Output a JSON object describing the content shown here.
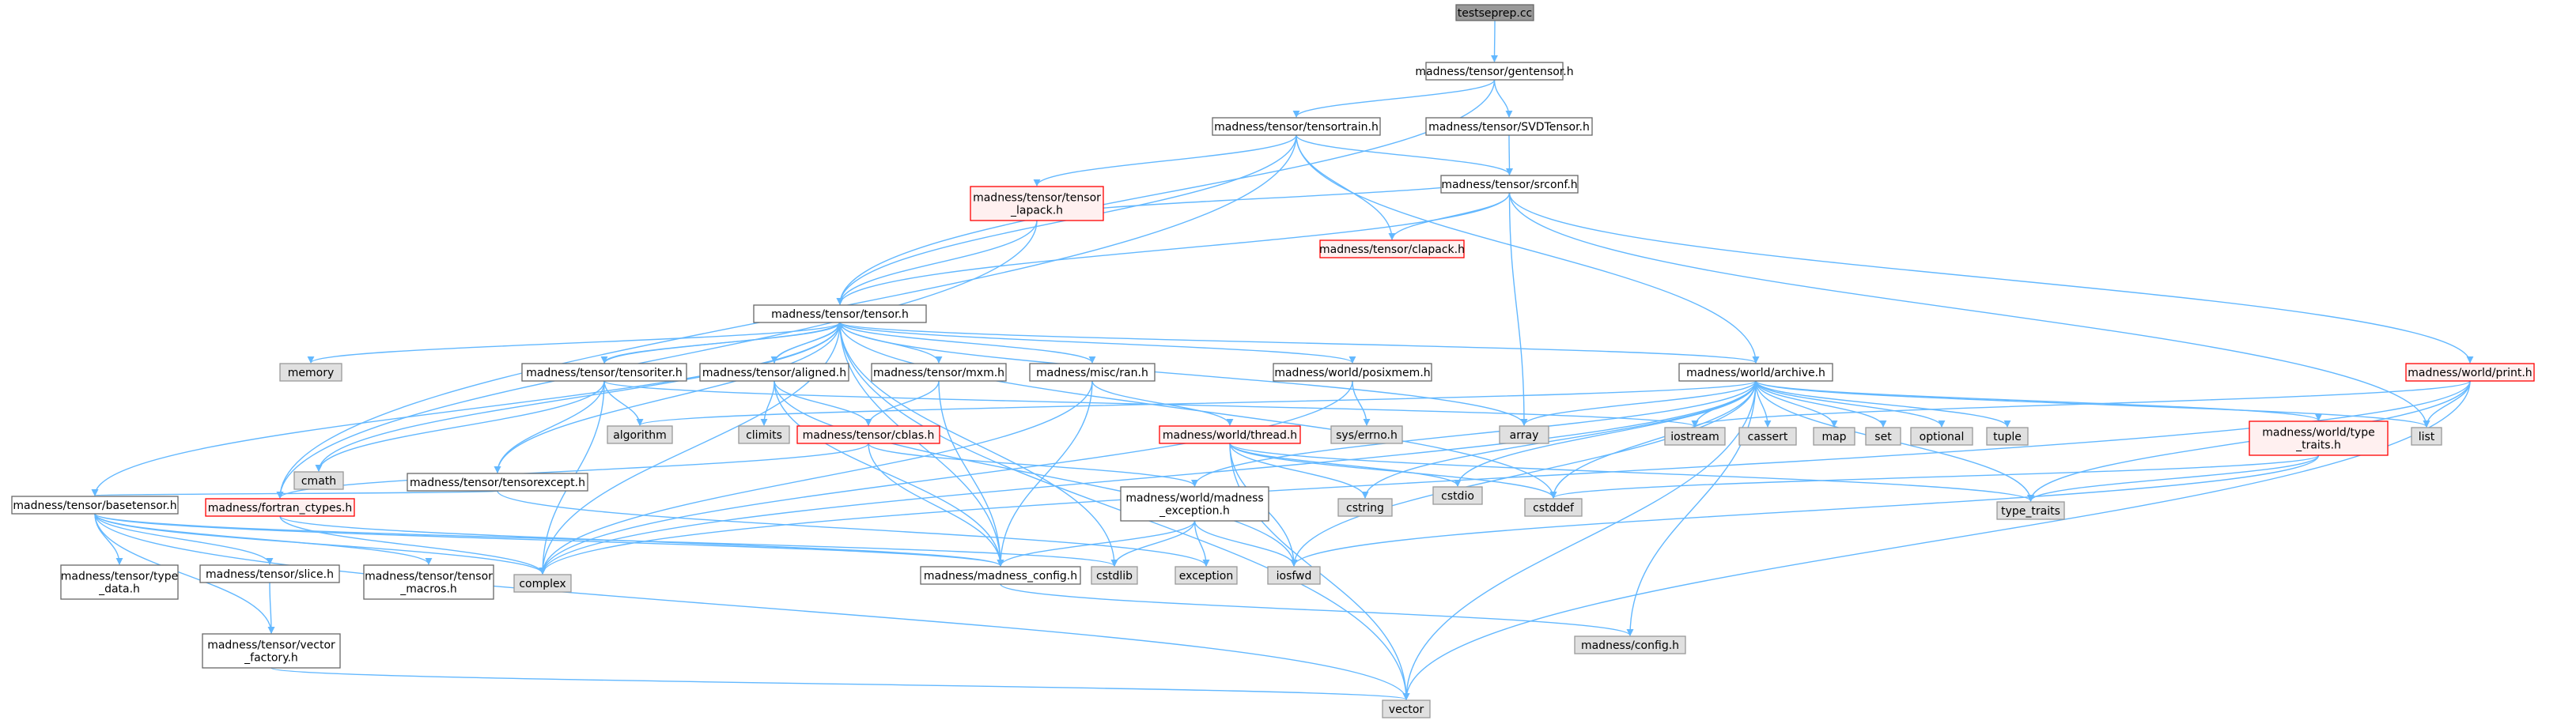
{
  "title": "",
  "colors": {
    "edge": "#63b8ff",
    "root_fill": "#999999",
    "root_border": "#666666",
    "normal_fill": "#ffffff",
    "normal_border": "#666666",
    "normal_text": "#000000",
    "system_fill": "#e0e0e0",
    "system_border": "#999999",
    "incomplete_fill": "#fff0f0",
    "incomplete_border": "#ff0000"
  },
  "nodes": [
    {
      "id": "root",
      "lines": [
        "testseprep.cc"
      ],
      "style": "root"
    },
    {
      "id": "gentensor",
      "lines": [
        "madness/tensor/gentensor.h"
      ],
      "style": "normal"
    },
    {
      "id": "tensortrain",
      "lines": [
        "madness/tensor/tensortrain.h"
      ],
      "style": "normal"
    },
    {
      "id": "svdtensor",
      "lines": [
        "madness/tensor/SVDTensor.h"
      ],
      "style": "normal"
    },
    {
      "id": "srconf",
      "lines": [
        "madness/tensor/srconf.h"
      ],
      "style": "normal"
    },
    {
      "id": "tensor_lapack",
      "lines": [
        "madness/tensor/tensor",
        "_lapack.h"
      ],
      "style": "incomplete"
    },
    {
      "id": "clapack",
      "lines": [
        "madness/tensor/clapack.h"
      ],
      "style": "incomplete"
    },
    {
      "id": "tensor",
      "lines": [
        "madness/tensor/tensor.h"
      ],
      "style": "normal"
    },
    {
      "id": "print",
      "lines": [
        "madness/world/print.h"
      ],
      "style": "incomplete"
    },
    {
      "id": "memory",
      "lines": [
        "memory"
      ],
      "style": "system"
    },
    {
      "id": "tensoriter",
      "lines": [
        "madness/tensor/tensoriter.h"
      ],
      "style": "normal"
    },
    {
      "id": "aligned",
      "lines": [
        "madness/tensor/aligned.h"
      ],
      "style": "normal"
    },
    {
      "id": "mxm",
      "lines": [
        "madness/tensor/mxm.h"
      ],
      "style": "normal"
    },
    {
      "id": "ran",
      "lines": [
        "madness/misc/ran.h"
      ],
      "style": "normal"
    },
    {
      "id": "posixmem",
      "lines": [
        "madness/world/posixmem.h"
      ],
      "style": "normal"
    },
    {
      "id": "archive",
      "lines": [
        "madness/world/archive.h"
      ],
      "style": "normal"
    },
    {
      "id": "cmath",
      "lines": [
        "cmath"
      ],
      "style": "system"
    },
    {
      "id": "algorithm",
      "lines": [
        "algorithm"
      ],
      "style": "system"
    },
    {
      "id": "climits",
      "lines": [
        "climits"
      ],
      "style": "system"
    },
    {
      "id": "tensorexcept",
      "lines": [
        "madness/tensor/tensorexcept.h"
      ],
      "style": "normal"
    },
    {
      "id": "cblas",
      "lines": [
        "madness/tensor/cblas.h"
      ],
      "style": "incomplete"
    },
    {
      "id": "thread",
      "lines": [
        "madness/world/thread.h"
      ],
      "style": "incomplete"
    },
    {
      "id": "sys_errno",
      "lines": [
        "sys/errno.h"
      ],
      "style": "system"
    },
    {
      "id": "array",
      "lines": [
        "array"
      ],
      "style": "system"
    },
    {
      "id": "iostream",
      "lines": [
        "iostream"
      ],
      "style": "system"
    },
    {
      "id": "cassert",
      "lines": [
        "cassert"
      ],
      "style": "system"
    },
    {
      "id": "map",
      "lines": [
        "map"
      ],
      "style": "system"
    },
    {
      "id": "set",
      "lines": [
        "set"
      ],
      "style": "system"
    },
    {
      "id": "optional",
      "lines": [
        "optional"
      ],
      "style": "system"
    },
    {
      "id": "tuple",
      "lines": [
        "tuple"
      ],
      "style": "system"
    },
    {
      "id": "type_traits_h",
      "lines": [
        "madness/world/type",
        "_traits.h"
      ],
      "style": "incomplete"
    },
    {
      "id": "list",
      "lines": [
        "list"
      ],
      "style": "system"
    },
    {
      "id": "basetensor",
      "lines": [
        "madness/tensor/basetensor.h"
      ],
      "style": "normal"
    },
    {
      "id": "fortran",
      "lines": [
        "madness/fortran_ctypes.h"
      ],
      "style": "incomplete"
    },
    {
      "id": "mad_exception",
      "lines": [
        "madness/world/madness",
        "_exception.h"
      ],
      "style": "normal"
    },
    {
      "id": "cstring",
      "lines": [
        "cstring"
      ],
      "style": "system"
    },
    {
      "id": "cstdio",
      "lines": [
        "cstdio"
      ],
      "style": "system"
    },
    {
      "id": "cstddef",
      "lines": [
        "cstddef"
      ],
      "style": "system"
    },
    {
      "id": "type_traits",
      "lines": [
        "type_traits"
      ],
      "style": "system"
    },
    {
      "id": "type_data",
      "lines": [
        "madness/tensor/type",
        "_data.h"
      ],
      "style": "normal"
    },
    {
      "id": "slice",
      "lines": [
        "madness/tensor/slice.h"
      ],
      "style": "normal"
    },
    {
      "id": "tensor_macros",
      "lines": [
        "madness/tensor/tensor",
        "_macros.h"
      ],
      "style": "normal"
    },
    {
      "id": "complex",
      "lines": [
        "complex"
      ],
      "style": "system"
    },
    {
      "id": "mad_config",
      "lines": [
        "madness/madness_config.h"
      ],
      "style": "normal"
    },
    {
      "id": "cstdlib",
      "lines": [
        "cstdlib"
      ],
      "style": "system"
    },
    {
      "id": "exception",
      "lines": [
        "exception"
      ],
      "style": "system"
    },
    {
      "id": "iosfwd",
      "lines": [
        "iosfwd"
      ],
      "style": "system"
    },
    {
      "id": "vector_factory",
      "lines": [
        "madness/tensor/vector",
        "_factory.h"
      ],
      "style": "normal"
    },
    {
      "id": "config",
      "lines": [
        "madness/config.h"
      ],
      "style": "system"
    },
    {
      "id": "vector",
      "lines": [
        "vector"
      ],
      "style": "system"
    }
  ],
  "edges": [
    [
      "root",
      "gentensor"
    ],
    [
      "gentensor",
      "tensortrain"
    ],
    [
      "gentensor",
      "svdtensor"
    ],
    [
      "gentensor",
      "tensor"
    ],
    [
      "tensortrain",
      "srconf"
    ],
    [
      "tensortrain",
      "tensor_lapack"
    ],
    [
      "tensortrain",
      "clapack"
    ],
    [
      "tensortrain",
      "tensor"
    ],
    [
      "tensortrain",
      "archive"
    ],
    [
      "tensortrain",
      "fortran"
    ],
    [
      "svdtensor",
      "srconf"
    ],
    [
      "srconf",
      "tensor"
    ],
    [
      "srconf",
      "tensor_lapack"
    ],
    [
      "srconf",
      "clapack"
    ],
    [
      "srconf",
      "print"
    ],
    [
      "srconf",
      "array"
    ],
    [
      "srconf",
      "list"
    ],
    [
      "tensor_lapack",
      "tensor"
    ],
    [
      "tensor_lapack",
      "fortran"
    ],
    [
      "tensor",
      "memory"
    ],
    [
      "tensor",
      "tensoriter"
    ],
    [
      "tensor",
      "aligned"
    ],
    [
      "tensor",
      "mxm"
    ],
    [
      "tensor",
      "ran"
    ],
    [
      "tensor",
      "posixmem"
    ],
    [
      "tensor",
      "archive"
    ],
    [
      "tensor",
      "cmath"
    ],
    [
      "tensor",
      "tensorexcept"
    ],
    [
      "tensor",
      "basetensor"
    ],
    [
      "tensor",
      "mad_config"
    ],
    [
      "tensor",
      "array"
    ],
    [
      "tensor",
      "cstddef"
    ],
    [
      "tensor",
      "complex"
    ],
    [
      "tensor",
      "vector"
    ],
    [
      "tensor",
      "cstdlib"
    ],
    [
      "tensoriter",
      "tensor"
    ],
    [
      "tensoriter",
      "cmath"
    ],
    [
      "tensoriter",
      "algorithm"
    ],
    [
      "tensoriter",
      "tensorexcept"
    ],
    [
      "tensoriter",
      "complex"
    ],
    [
      "tensoriter",
      "iostream"
    ],
    [
      "aligned",
      "tensor"
    ],
    [
      "aligned",
      "climits"
    ],
    [
      "aligned",
      "cblas"
    ],
    [
      "aligned",
      "mad_config"
    ],
    [
      "aligned",
      "iosfwd"
    ],
    [
      "mxm",
      "cblas"
    ],
    [
      "mxm",
      "mad_config"
    ],
    [
      "ran",
      "thread"
    ],
    [
      "ran",
      "mad_config"
    ],
    [
      "ran",
      "complex"
    ],
    [
      "posixmem",
      "sys_errno"
    ],
    [
      "posixmem",
      "complex"
    ],
    [
      "archive",
      "algorithm"
    ],
    [
      "archive",
      "array"
    ],
    [
      "archive",
      "iostream"
    ],
    [
      "archive",
      "cassert"
    ],
    [
      "archive",
      "map"
    ],
    [
      "archive",
      "set"
    ],
    [
      "archive",
      "optional"
    ],
    [
      "archive",
      "tuple"
    ],
    [
      "archive",
      "type_traits_h"
    ],
    [
      "archive",
      "list"
    ],
    [
      "archive",
      "mad_exception"
    ],
    [
      "archive",
      "cstring"
    ],
    [
      "archive",
      "cstdio"
    ],
    [
      "archive",
      "cstddef"
    ],
    [
      "archive",
      "type_traits"
    ],
    [
      "archive",
      "config"
    ],
    [
      "archive",
      "vector"
    ],
    [
      "archive",
      "complex"
    ],
    [
      "archive",
      "iosfwd"
    ],
    [
      "print",
      "iostream"
    ],
    [
      "print",
      "list"
    ],
    [
      "print",
      "type_traits"
    ],
    [
      "print",
      "vector"
    ],
    [
      "print",
      "complex"
    ],
    [
      "tensorexcept",
      "basetensor"
    ],
    [
      "tensorexcept",
      "exception"
    ],
    [
      "cblas",
      "fortran"
    ],
    [
      "cblas",
      "mad_config"
    ],
    [
      "cblas",
      "mad_exception"
    ],
    [
      "thread",
      "cstring"
    ],
    [
      "thread",
      "cstdio"
    ],
    [
      "thread",
      "cstddef"
    ],
    [
      "thread",
      "type_traits"
    ],
    [
      "thread",
      "vector"
    ],
    [
      "thread",
      "iosfwd"
    ],
    [
      "type_traits_h",
      "cstddef"
    ],
    [
      "type_traits_h",
      "type_traits"
    ],
    [
      "type_traits_h",
      "iosfwd"
    ],
    [
      "basetensor",
      "type_data"
    ],
    [
      "basetensor",
      "slice"
    ],
    [
      "basetensor",
      "tensor_macros"
    ],
    [
      "basetensor",
      "vector_factory"
    ],
    [
      "basetensor",
      "complex"
    ],
    [
      "basetensor",
      "mad_config"
    ],
    [
      "basetensor",
      "cstdlib"
    ],
    [
      "basetensor",
      "vector"
    ],
    [
      "fortran",
      "complex"
    ],
    [
      "fortran",
      "mad_config"
    ],
    [
      "mad_exception",
      "mad_config"
    ],
    [
      "mad_exception",
      "cstdlib"
    ],
    [
      "mad_exception",
      "exception"
    ],
    [
      "mad_exception",
      "iosfwd"
    ],
    [
      "mad_config",
      "config"
    ],
    [
      "slice",
      "vector_factory"
    ],
    [
      "vector_factory",
      "vector"
    ]
  ]
}
